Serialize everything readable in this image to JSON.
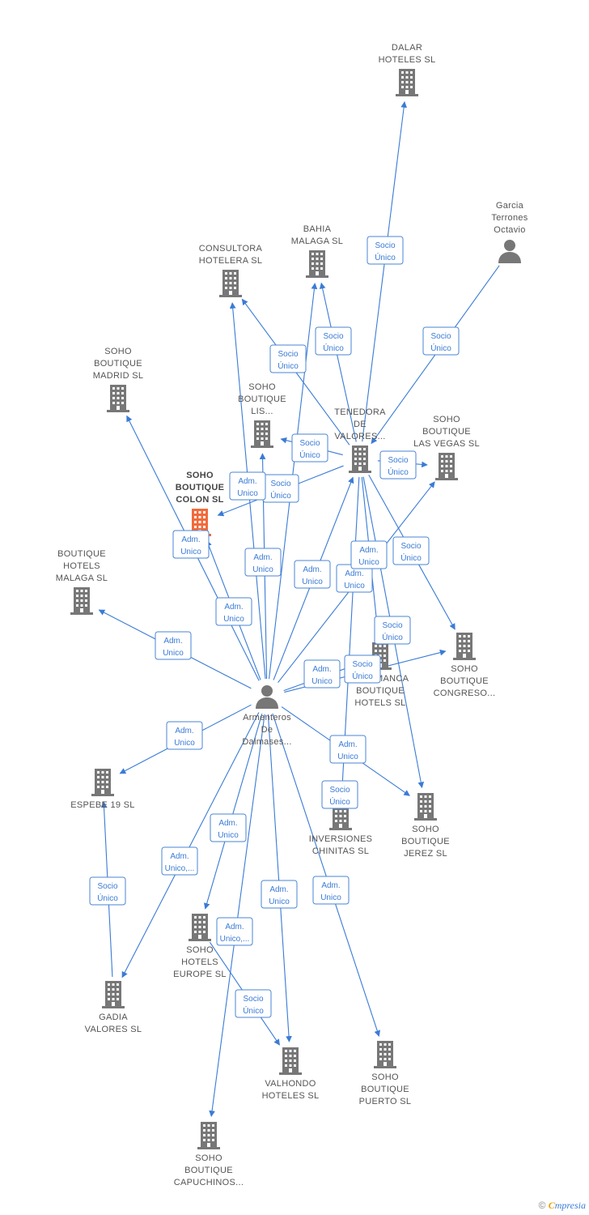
{
  "colors": {
    "edge": "#3a7bd5",
    "building": "#777777",
    "focus_building": "#f26a3b",
    "person": "#777777",
    "label": "#555555"
  },
  "nodes": [
    {
      "id": "dalar",
      "type": "company",
      "label": [
        "DALAR",
        "HOTELES  SL"
      ],
      "icon": "building-icon"
    },
    {
      "id": "garcia",
      "type": "person",
      "label": [
        "Garcia",
        "Terrones",
        "Octavio"
      ],
      "icon": "person-icon"
    },
    {
      "id": "bahia",
      "type": "company",
      "label": [
        "BAHIA",
        "MALAGA  SL"
      ],
      "icon": "building-icon"
    },
    {
      "id": "consultora",
      "type": "company",
      "label": [
        "CONSULTORA",
        "HOTELERA  SL"
      ],
      "icon": "building-icon"
    },
    {
      "id": "madrid",
      "type": "company",
      "label": [
        "SOHO",
        "BOUTIQUE",
        "MADRID  SL"
      ],
      "icon": "building-icon"
    },
    {
      "id": "lis",
      "type": "company",
      "label": [
        "SOHO",
        "BOUTIQUE",
        "LIS..."
      ],
      "icon": "building-icon"
    },
    {
      "id": "tenedora",
      "type": "company",
      "label": [
        "TENEDORA",
        "DE",
        "VALORES..."
      ],
      "icon": "building-icon"
    },
    {
      "id": "lasvegas",
      "type": "company",
      "label": [
        "SOHO",
        "BOUTIQUE",
        "LAS VEGAS  SL"
      ],
      "icon": "building-icon"
    },
    {
      "id": "colon",
      "type": "company",
      "focus": true,
      "label": [
        "SOHO",
        "BOUTIQUE",
        "COLON  SL"
      ],
      "icon": "building-icon"
    },
    {
      "id": "bhmalaga",
      "type": "company",
      "label": [
        "BOUTIQUE",
        "HOTELS",
        "MALAGA  SL"
      ],
      "icon": "building-icon"
    },
    {
      "id": "congreso",
      "type": "company",
      "label": [
        "SOHO",
        "BOUTIQUE",
        "CONGRESO..."
      ],
      "icon": "building-icon"
    },
    {
      "id": "salamanca",
      "type": "company",
      "label": [
        "SALAMANCA",
        "BOUTIQUE",
        "HOTELS  SL"
      ],
      "icon": "building-icon"
    },
    {
      "id": "armenteros",
      "type": "person",
      "label": [
        "Armenteros",
        "De",
        "Dalmases..."
      ],
      "icon": "person-icon"
    },
    {
      "id": "espebe",
      "type": "company",
      "label": [
        "ESPEBE 19  SL"
      ],
      "icon": "building-icon"
    },
    {
      "id": "chinitas",
      "type": "company",
      "label": [
        "INVERSIONES",
        "CHINITAS  SL"
      ],
      "icon": "building-icon"
    },
    {
      "id": "jerez",
      "type": "company",
      "label": [
        "SOHO",
        "BOUTIQUE",
        "JEREZ  SL"
      ],
      "icon": "building-icon"
    },
    {
      "id": "europe",
      "type": "company",
      "label": [
        "SOHO",
        "HOTELS",
        "EUROPE  SL"
      ],
      "icon": "building-icon"
    },
    {
      "id": "gadia",
      "type": "company",
      "label": [
        "GADIA",
        "VALORES  SL"
      ],
      "icon": "building-icon"
    },
    {
      "id": "valhondo",
      "type": "company",
      "label": [
        "VALHONDO",
        "HOTELES  SL"
      ],
      "icon": "building-icon"
    },
    {
      "id": "puerto",
      "type": "company",
      "label": [
        "SOHO",
        "BOUTIQUE",
        "PUERTO  SL"
      ],
      "icon": "building-icon"
    },
    {
      "id": "capuchinos",
      "type": "company",
      "label": [
        "SOHO",
        "BOUTIQUE",
        "CAPUCHINOS..."
      ],
      "icon": "building-icon"
    }
  ],
  "edges": [
    {
      "from": "tenedora",
      "to": "dalar",
      "label": [
        "Socio",
        "Único"
      ]
    },
    {
      "from": "garcia",
      "to": "tenedora",
      "label": [
        "Socio",
        "Único"
      ]
    },
    {
      "from": "tenedora",
      "to": "bahia",
      "label": [
        "Socio",
        "Único"
      ]
    },
    {
      "from": "tenedora",
      "to": "consultora",
      "label": [
        "Socio",
        "Único"
      ]
    },
    {
      "from": "tenedora",
      "to": "lis",
      "label": [
        "Socio",
        "Único"
      ]
    },
    {
      "from": "tenedora",
      "to": "colon",
      "label": [
        "Socio",
        "Único"
      ]
    },
    {
      "from": "tenedora",
      "to": "lasvegas",
      "label": [
        "Socio",
        "Único"
      ]
    },
    {
      "from": "tenedora",
      "to": "congreso",
      "label": [
        "Socio",
        "Único"
      ]
    },
    {
      "from": "tenedora",
      "to": "salamanca",
      "label": [
        "Socio",
        "Único"
      ]
    },
    {
      "from": "tenedora",
      "to": "chinitas",
      "label": [
        "Socio",
        "Único"
      ]
    },
    {
      "from": "tenedora",
      "to": "jerez",
      "label": [
        "Socio",
        "Único"
      ]
    },
    {
      "from": "armenteros",
      "to": "tenedora",
      "label": [
        "Adm.",
        "Unico"
      ]
    },
    {
      "from": "armenteros",
      "to": "madrid",
      "label": [
        "Adm.",
        "Unico"
      ]
    },
    {
      "from": "armenteros",
      "to": "consultora",
      "label": [
        "Adm.",
        "Unico"
      ]
    },
    {
      "from": "armenteros",
      "to": "lis",
      "label": [
        "Adm.",
        "Unico"
      ]
    },
    {
      "from": "armenteros",
      "to": "bahia",
      "label": [
        "Adm.",
        "Unico"
      ]
    },
    {
      "from": "armenteros",
      "to": "colon",
      "label": [
        "Adm.",
        "Unico"
      ]
    },
    {
      "from": "armenteros",
      "to": "bhmalaga",
      "label": [
        "Adm.",
        "Unico"
      ]
    },
    {
      "from": "armenteros",
      "to": "lasvegas",
      "label": [
        "Adm.",
        "Unico"
      ]
    },
    {
      "from": "armenteros",
      "to": "congreso",
      "label": [
        "Adm.",
        "Unico"
      ]
    },
    {
      "from": "armenteros",
      "to": "salamanca",
      "label": [
        "Adm.",
        "Unico"
      ]
    },
    {
      "from": "armenteros",
      "to": "espebe",
      "label": [
        "Adm.",
        "Unico"
      ]
    },
    {
      "from": "armenteros",
      "to": "jerez",
      "label": [
        "Adm.",
        "Unico"
      ]
    },
    {
      "from": "armenteros",
      "to": "europe",
      "label": [
        "Adm.",
        "Unico"
      ]
    },
    {
      "from": "armenteros",
      "to": "gadia",
      "label": [
        "Adm.",
        "Unico,..."
      ]
    },
    {
      "from": "armenteros",
      "to": "valhondo",
      "label": [
        "Adm.",
        "Unico"
      ]
    },
    {
      "from": "armenteros",
      "to": "puerto",
      "label": [
        "Adm.",
        "Unico"
      ]
    },
    {
      "from": "armenteros",
      "to": "capuchinos",
      "label": [
        "Adm.",
        "Unico,..."
      ]
    },
    {
      "from": "gadia",
      "to": "espebe",
      "label": [
        "Socio",
        "Único"
      ]
    },
    {
      "from": "europe",
      "to": "valhondo",
      "label": [
        "Socio",
        "Único"
      ]
    }
  ],
  "footer": {
    "copyright": "©",
    "brand_first": "C",
    "brand_rest": "mpresia"
  }
}
